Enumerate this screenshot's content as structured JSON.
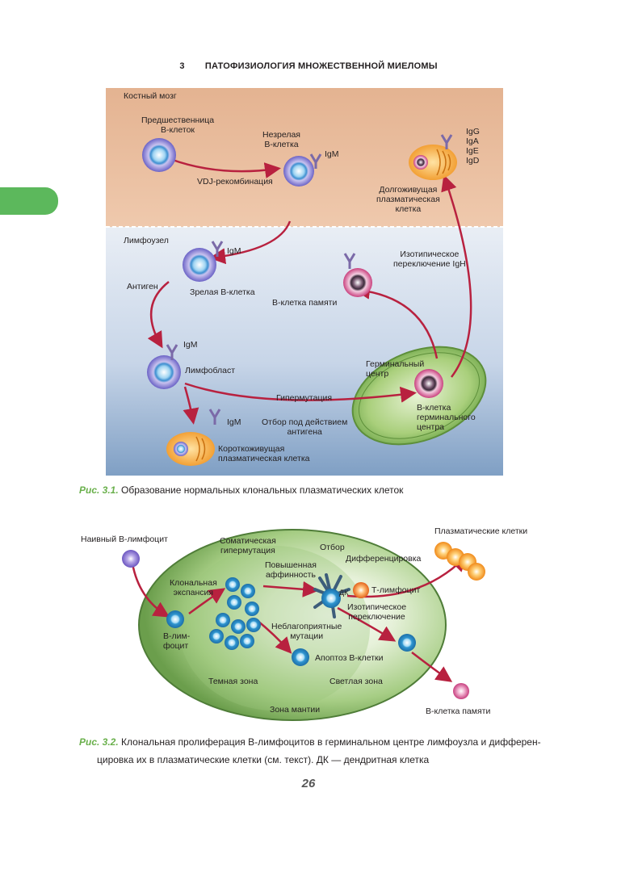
{
  "header": {
    "chapter_number": "3",
    "chapter_title": "ПАТОФИЗИОЛОГИЯ МНОЖЕСТВЕННОЙ МИЕЛОМЫ"
  },
  "figure1": {
    "zone_bone_marrow": "Костный мозг",
    "zone_lymph_node": "Лимфоузел",
    "precursor": "Предшественница\nВ-клеток",
    "immature": "Незрелая\nВ-клетка",
    "igm": "IgM",
    "vdj": "VDJ-рекомбинация",
    "long_lived": "Долгоживущая\nплазматическая\nклетка",
    "isotypes": "IgG\nIgA\nIgE\nIgD",
    "mature": "Зрелая В-клетка",
    "antigen": "Антиген",
    "isotype_switch": "Изотипическое\nпереключение IgH",
    "memory": "В-клетка памяти",
    "lymphoblast": "Лимфобласт",
    "germinal_center": "Герминальный\nцентр",
    "hypermutation": "Гипермутация",
    "gc_cell": "В-клетка\nгерминального\nцентра",
    "selection": "Отбор под действием\nантигена",
    "short_lived": "Короткоживущая\nплазматическая клетка"
  },
  "caption1": {
    "label": "Рис. 3.1.",
    "text": " Образование нормальных клональных плазматических клеток"
  },
  "figure2": {
    "naive": "Наивный В-лимфоцит",
    "plasma_cells": "Плазматические клетки",
    "somatic": "Соматическая\nгипермутация",
    "selection": "Отбор",
    "differentiation": "Дифференцировка",
    "clonal": "Клональная\nэкспансия",
    "affinity": "Повышенная\nаффинность",
    "dc": "ДК",
    "t_cell": "Т-лимфоцит",
    "isotype_switch": "Изотипическое\nпереключение",
    "b_lymph": "В-лим-\nфоцит",
    "unfavorable": "Неблагоприятные\nмутации",
    "apoptosis": "Апоптоз В-клетки",
    "dark_zone": "Темная зона",
    "light_zone": "Светлая зона",
    "mantle_zone": "Зона мантии",
    "memory": "В-клетка памяти"
  },
  "caption2": {
    "label": "Рис. 3.2.",
    "line1": " Клональная пролиферация В-лимфоцитов в герминальном центре лимфоузла и дифферен-",
    "line2": "цировка их в плазматические клетки (см. текст). ДК — дендритная клетка"
  },
  "page_number": "26",
  "colors": {
    "accent_green": "#5cb85c",
    "arrow": "#b8213f",
    "bone_marrow": "#e8b999",
    "lymph": "#c8d8ea"
  }
}
